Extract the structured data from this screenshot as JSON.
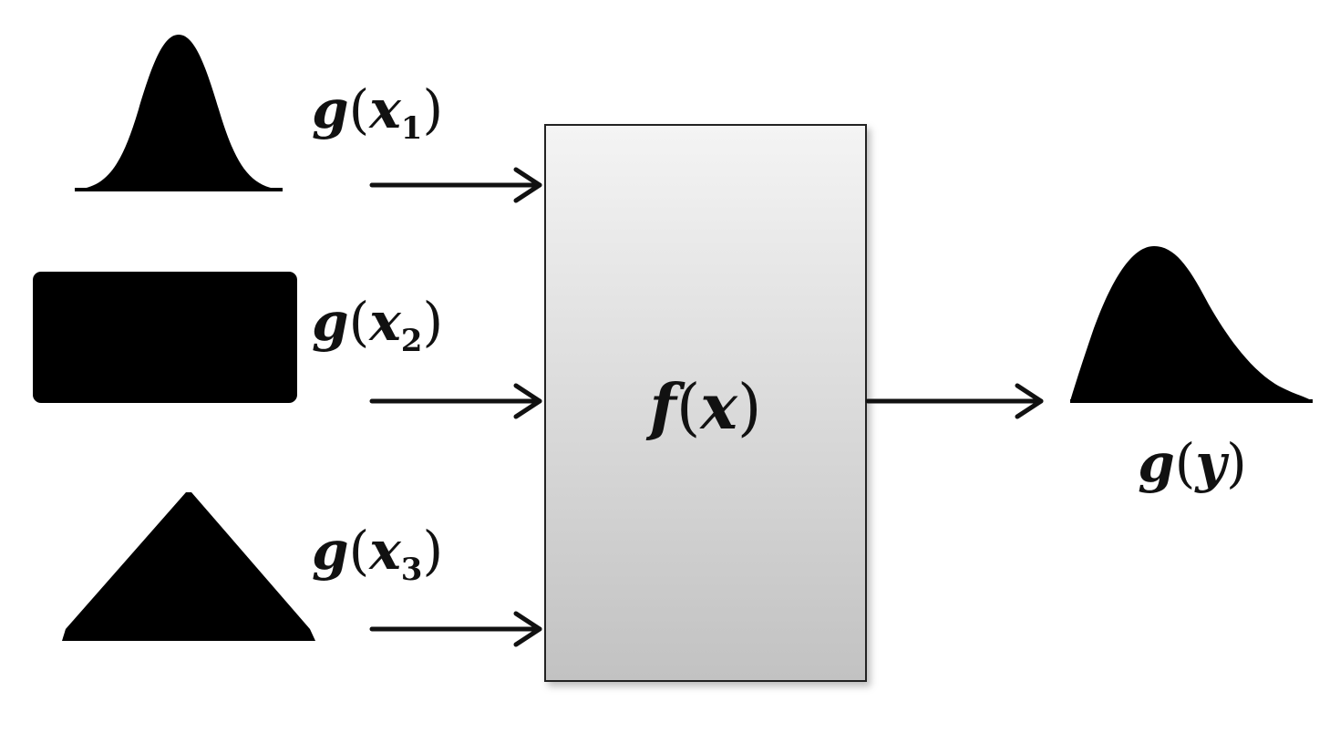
{
  "diagram": {
    "inputs": [
      {
        "shape": "bell-curve",
        "label": {
          "func": "g",
          "open": "(",
          "var": "x",
          "sub": "1",
          "close": ")"
        }
      },
      {
        "shape": "rectangle",
        "label": {
          "func": "g",
          "open": "(",
          "var": "x",
          "sub": "2",
          "close": ")"
        }
      },
      {
        "shape": "triangle",
        "label": {
          "func": "g",
          "open": "(",
          "var": "x",
          "sub": "3",
          "close": ")"
        }
      }
    ],
    "process": {
      "func": "f",
      "open": "(",
      "var": "x",
      "close": ")"
    },
    "output": {
      "shape": "skewed-bell-curve",
      "label": {
        "func": "g",
        "open": "(",
        "var": "y",
        "close": ")"
      }
    },
    "colors": {
      "shape_fill": "#000000",
      "arrow": "#111111",
      "box_gradient_top": "#f4f4f4",
      "box_gradient_bottom": "#c2c2c2",
      "box_stroke": "#222222"
    }
  }
}
